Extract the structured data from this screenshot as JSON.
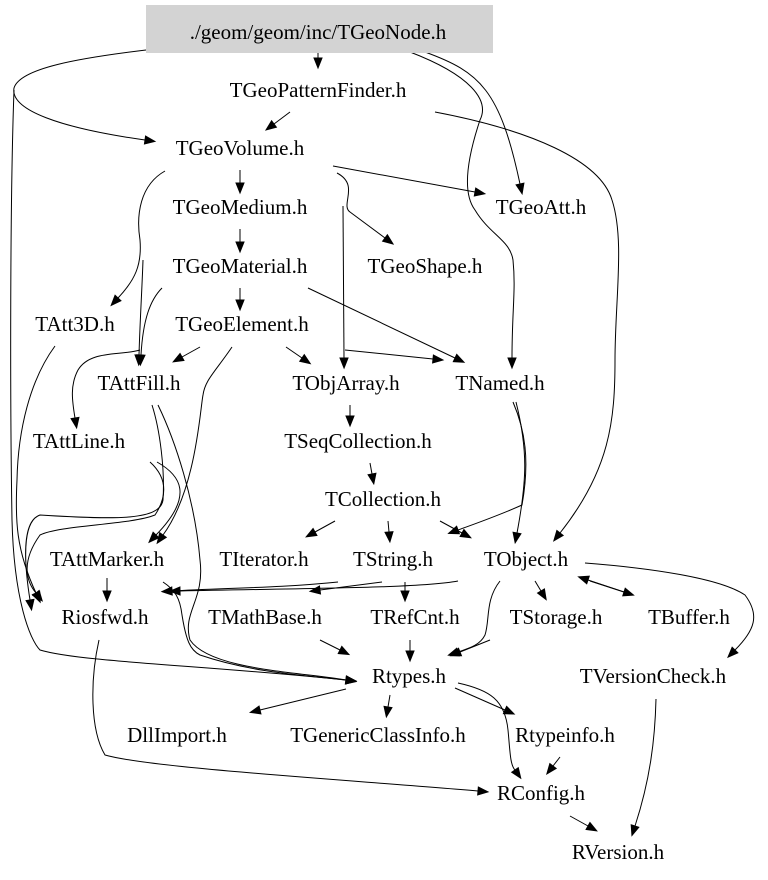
{
  "graph": {
    "title": "./geom/geom/inc/TGeoNode.h",
    "root_fill": "#d3d3d3",
    "edge_color": "#000000",
    "nodes": [
      {
        "id": "root",
        "label": "./geom/geom/inc/TGeoNode.h",
        "root": true
      },
      {
        "id": "TGeoPatternFinder",
        "label": "TGeoPatternFinder.h"
      },
      {
        "id": "TGeoVolume",
        "label": "TGeoVolume.h"
      },
      {
        "id": "TGeoMedium",
        "label": "TGeoMedium.h"
      },
      {
        "id": "TGeoAtt",
        "label": "TGeoAtt.h"
      },
      {
        "id": "TGeoMaterial",
        "label": "TGeoMaterial.h"
      },
      {
        "id": "TGeoShape",
        "label": "TGeoShape.h"
      },
      {
        "id": "TAtt3D",
        "label": "TAtt3D.h"
      },
      {
        "id": "TGeoElement",
        "label": "TGeoElement.h"
      },
      {
        "id": "TAttFill",
        "label": "TAttFill.h"
      },
      {
        "id": "TObjArray",
        "label": "TObjArray.h"
      },
      {
        "id": "TNamed",
        "label": "TNamed.h"
      },
      {
        "id": "TAttLine",
        "label": "TAttLine.h"
      },
      {
        "id": "TSeqCollection",
        "label": "TSeqCollection.h"
      },
      {
        "id": "TCollection",
        "label": "TCollection.h"
      },
      {
        "id": "TAttMarker",
        "label": "TAttMarker.h"
      },
      {
        "id": "TIterator",
        "label": "TIterator.h"
      },
      {
        "id": "TString",
        "label": "TString.h"
      },
      {
        "id": "TObject",
        "label": "TObject.h"
      },
      {
        "id": "Riosfwd",
        "label": "Riosfwd.h"
      },
      {
        "id": "TMathBase",
        "label": "TMathBase.h"
      },
      {
        "id": "TRefCnt",
        "label": "TRefCnt.h"
      },
      {
        "id": "TStorage",
        "label": "TStorage.h"
      },
      {
        "id": "TBuffer",
        "label": "TBuffer.h"
      },
      {
        "id": "Rtypes",
        "label": "Rtypes.h"
      },
      {
        "id": "TVersionCheck",
        "label": "TVersionCheck.h"
      },
      {
        "id": "DllImport",
        "label": "DllImport.h"
      },
      {
        "id": "TGenericClassInfo",
        "label": "TGenericClassInfo.h"
      },
      {
        "id": "Rtypeinfo",
        "label": "Rtypeinfo.h"
      },
      {
        "id": "RConfig",
        "label": "RConfig.h"
      },
      {
        "id": "RVersion",
        "label": "RVersion.h"
      }
    ],
    "edges": [
      {
        "from": "root",
        "to": "TGeoPatternFinder"
      },
      {
        "from": "root",
        "to": "TGeoVolume"
      },
      {
        "from": "root",
        "to": "TGeoAtt"
      },
      {
        "from": "root",
        "to": "TNamed"
      },
      {
        "from": "root",
        "to": "Rtypes"
      },
      {
        "from": "TGeoPatternFinder",
        "to": "TGeoVolume"
      },
      {
        "from": "TGeoPatternFinder",
        "to": "TObject"
      },
      {
        "from": "TGeoVolume",
        "to": "TGeoMedium"
      },
      {
        "from": "TGeoVolume",
        "to": "TGeoAtt"
      },
      {
        "from": "TGeoVolume",
        "to": "TGeoShape"
      },
      {
        "from": "TGeoVolume",
        "to": "TObjArray"
      },
      {
        "from": "TGeoVolume",
        "to": "TAtt3D"
      },
      {
        "from": "TGeoVolume",
        "to": "TAttFill"
      },
      {
        "from": "TGeoMedium",
        "to": "TGeoMaterial"
      },
      {
        "from": "TGeoAtt",
        "to": "TObject"
      },
      {
        "from": "TGeoMaterial",
        "to": "TGeoElement"
      },
      {
        "from": "TGeoMaterial",
        "to": "TNamed"
      },
      {
        "from": "TGeoMaterial",
        "to": "TAttFill"
      },
      {
        "from": "TGeoShape",
        "to": "TNamed"
      },
      {
        "from": "TGeoElement",
        "to": "TAttFill"
      },
      {
        "from": "TGeoElement",
        "to": "TObjArray"
      },
      {
        "from": "TGeoElement",
        "to": "TAttMarker"
      },
      {
        "from": "TObjArray",
        "to": "TNamed"
      },
      {
        "from": "TObjArray",
        "to": "TSeqCollection"
      },
      {
        "from": "TAtt3D",
        "to": "Riosfwd"
      },
      {
        "from": "TAttFill",
        "to": "TAttLine"
      },
      {
        "from": "TAttFill",
        "to": "Riosfwd"
      },
      {
        "from": "TAttFill",
        "to": "Rtypes"
      },
      {
        "from": "TNamed",
        "to": "TCollection"
      },
      {
        "from": "TNamed",
        "to": "TObject"
      },
      {
        "from": "TAttLine",
        "to": "TAttMarker"
      },
      {
        "from": "TAttLine",
        "to": "Riosfwd"
      },
      {
        "from": "TSeqCollection",
        "to": "TCollection"
      },
      {
        "from": "TCollection",
        "to": "TIterator"
      },
      {
        "from": "TCollection",
        "to": "TString"
      },
      {
        "from": "TCollection",
        "to": "TObject"
      },
      {
        "from": "TAttMarker",
        "to": "Riosfwd"
      },
      {
        "from": "TAttMarker",
        "to": "Rtypes"
      },
      {
        "from": "TIterator",
        "to": "Riosfwd"
      },
      {
        "from": "TString",
        "to": "TMathBase"
      },
      {
        "from": "TString",
        "to": "TRefCnt"
      },
      {
        "from": "TObject",
        "to": "Riosfwd"
      },
      {
        "from": "TObject",
        "to": "TStorage"
      },
      {
        "from": "TObject",
        "to": "TBuffer"
      },
      {
        "from": "TBuffer",
        "to": "TObject"
      },
      {
        "from": "TObject",
        "to": "Rtypes"
      },
      {
        "from": "TObject",
        "to": "TVersionCheck"
      },
      {
        "from": "TMathBase",
        "to": "Rtypes"
      },
      {
        "from": "TRefCnt",
        "to": "Rtypes"
      },
      {
        "from": "TStorage",
        "to": "Rtypes"
      },
      {
        "from": "Riosfwd",
        "to": "RConfig"
      },
      {
        "from": "Rtypes",
        "to": "DllImport"
      },
      {
        "from": "Rtypes",
        "to": "TGenericClassInfo"
      },
      {
        "from": "Rtypes",
        "to": "Rtypeinfo"
      },
      {
        "from": "Rtypes",
        "to": "RConfig"
      },
      {
        "from": "Rtypeinfo",
        "to": "RConfig"
      },
      {
        "from": "TVersionCheck",
        "to": "RVersion"
      },
      {
        "from": "RConfig",
        "to": "RVersion"
      }
    ]
  }
}
